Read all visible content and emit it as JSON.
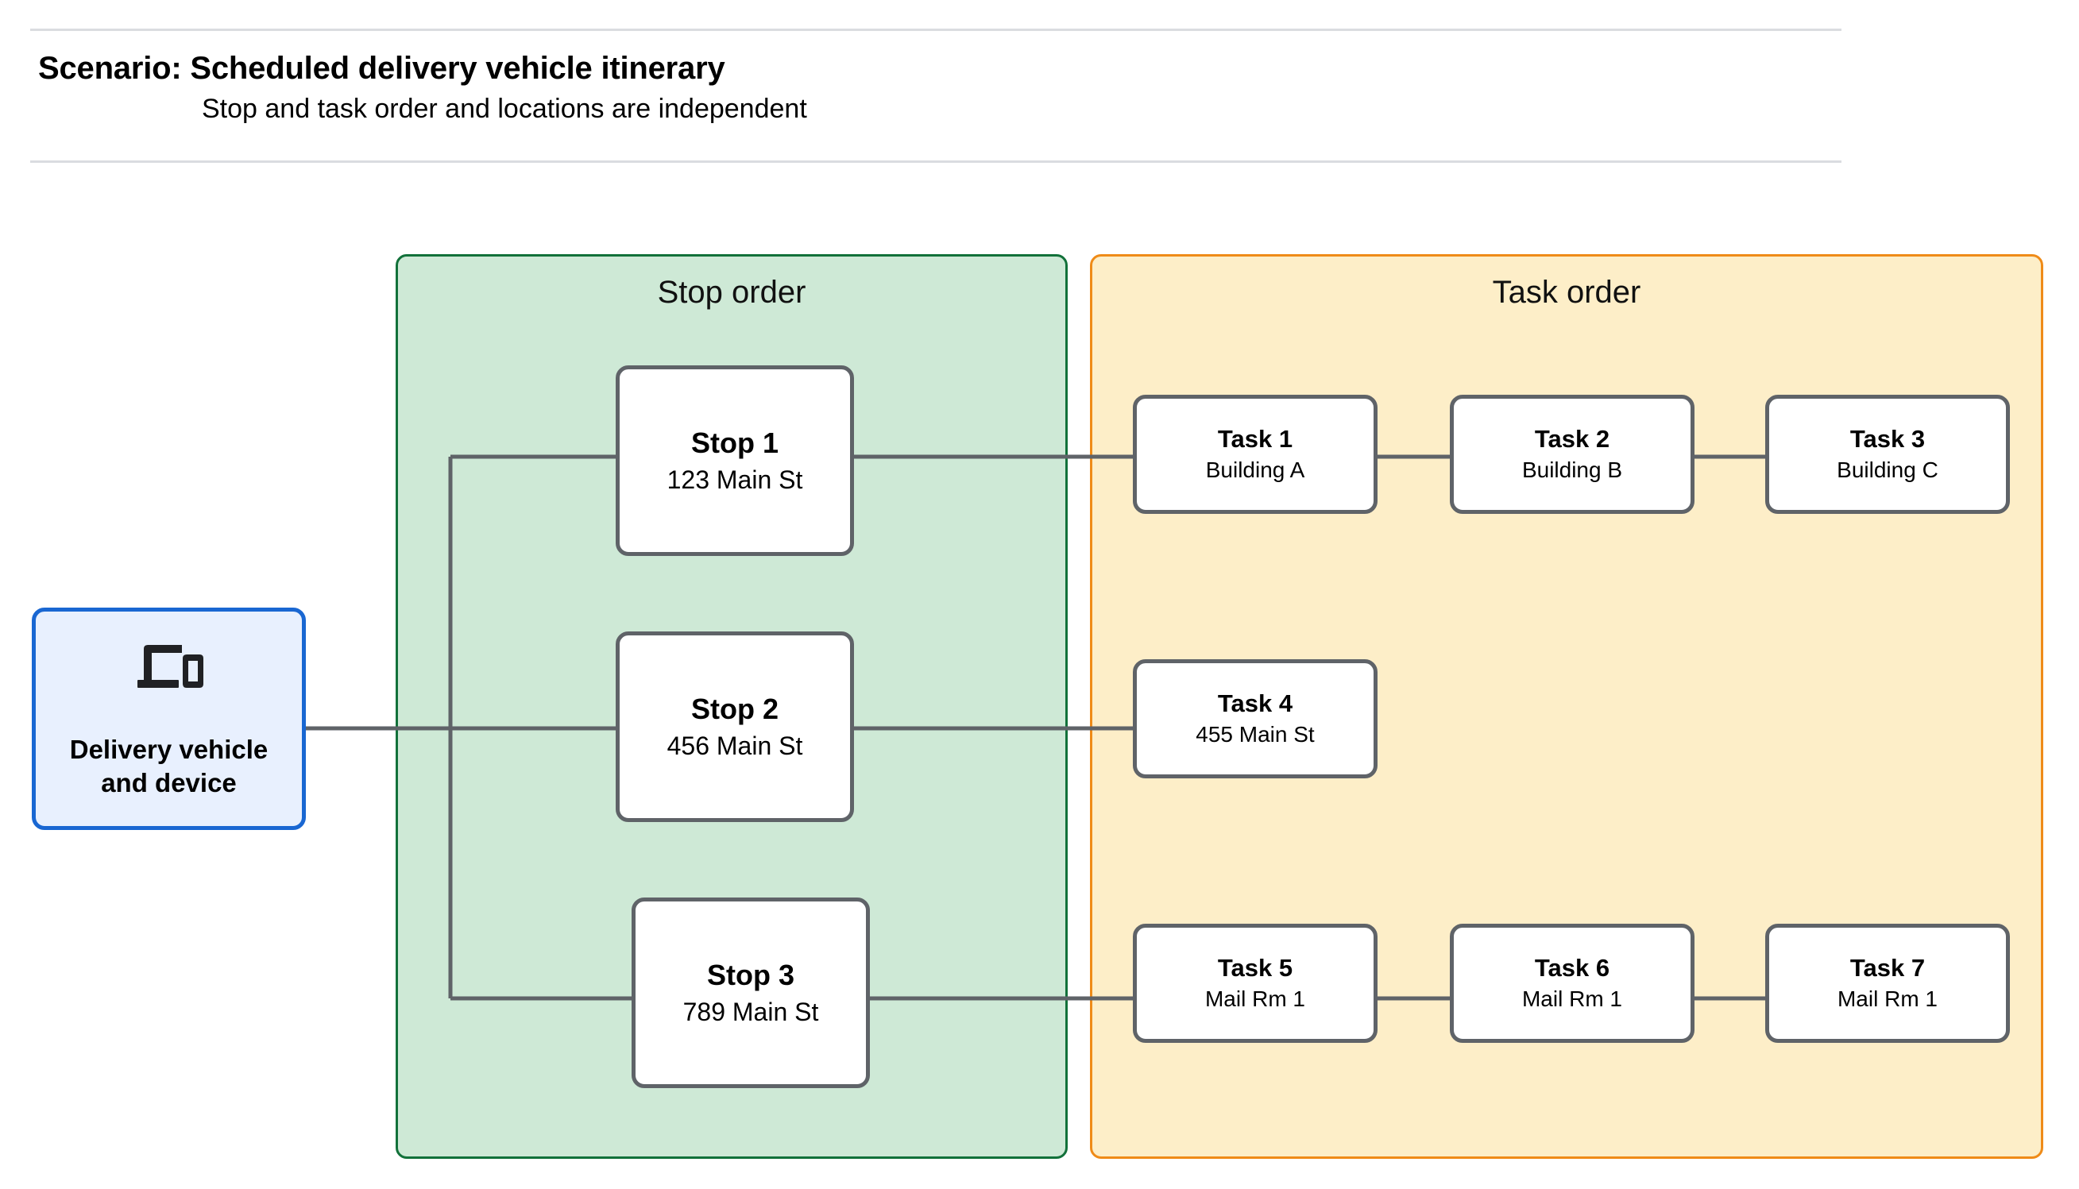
{
  "header": {
    "title": "Scenario: Scheduled delivery vehicle itinerary",
    "subtitle": "Stop and task order and locations are independent"
  },
  "vehicle": {
    "label": "Delivery vehicle\nand device",
    "icon": "devices-icon",
    "fill_color": "#e8f0fe",
    "border_color": "#1967d2"
  },
  "panels": {
    "stop_order": {
      "title": "Stop order",
      "fill_color": "#cee9d6",
      "border_color": "#12713a"
    },
    "task_order": {
      "title": "Task order",
      "fill_color": "#fdeec8",
      "border_color": "#ef8b18"
    }
  },
  "stops": [
    {
      "title": "Stop 1",
      "location": "123 Main St"
    },
    {
      "title": "Stop 2",
      "location": "456 Main St"
    },
    {
      "title": "Stop 3",
      "location": "789 Main St"
    }
  ],
  "tasks": [
    {
      "title": "Task 1",
      "location": "Building A"
    },
    {
      "title": "Task 2",
      "location": "Building B"
    },
    {
      "title": "Task 3",
      "location": "Building C"
    },
    {
      "title": "Task 4",
      "location": "455 Main St"
    },
    {
      "title": "Task 5",
      "location": "Mail Rm 1"
    },
    {
      "title": "Task 6",
      "location": "Mail Rm 1"
    },
    {
      "title": "Task 7",
      "location": "Mail Rm 1"
    }
  ],
  "node_style": {
    "fill_color": "#ffffff",
    "border_color": "#5f6368"
  },
  "connector_color": "#5f6368",
  "divider_color": "#dadce0"
}
